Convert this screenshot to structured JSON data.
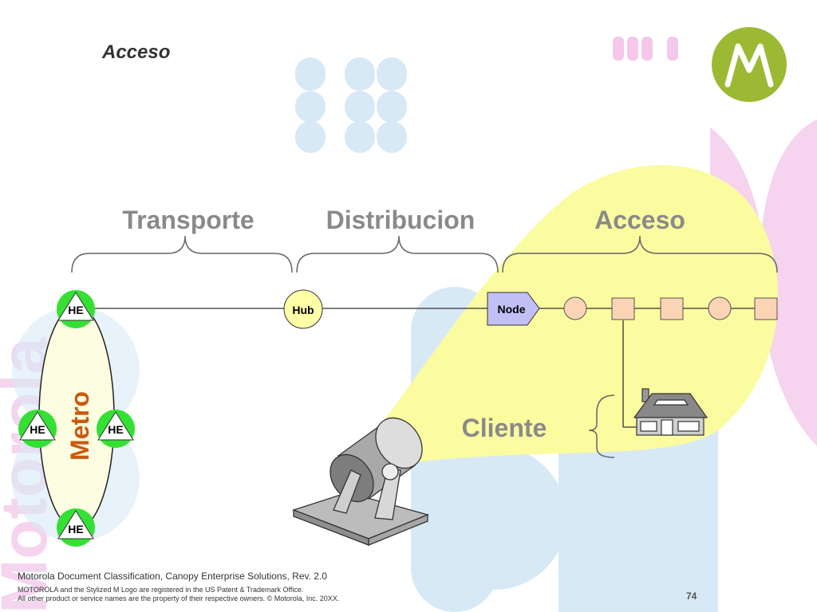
{
  "slide": {
    "title": "Acceso",
    "page_number": "74",
    "watermark_text": "Motorola"
  },
  "segments": {
    "transporte": "Transporte",
    "distribucion": "Distribucion",
    "acceso": "Acceso"
  },
  "nodes": {
    "he_label": "HE",
    "hub_label": "Hub",
    "node_label": "Node",
    "metro_label": "Metro",
    "cliente_label": "Cliente"
  },
  "footer": {
    "classification": "Motorola Document Classification, Canopy Enterprise Solutions, Rev. 2.0",
    "legal_line1": "MOTOROLA and the Stylized M Logo are registered in the US Patent & Trademark Office.",
    "legal_line2": "All other product or service names are the property of their respective owners. © Motorola, Inc. 20XX."
  },
  "colors": {
    "brand_green": "#9CB934",
    "pink_deco": "#F6D3EE",
    "blue_deco": "#D8E9F6",
    "beam_yellow": "#FBFBA0",
    "metro_ring_fill": "#FDFDE1",
    "he_triangle": "#35E035",
    "hub_fill": "#FFFFA8",
    "node_fill": "#C0BFF6",
    "access_element": "#FAD4B5",
    "label_grey": "#8A8A8A",
    "metro_orange": "#C85A10"
  }
}
